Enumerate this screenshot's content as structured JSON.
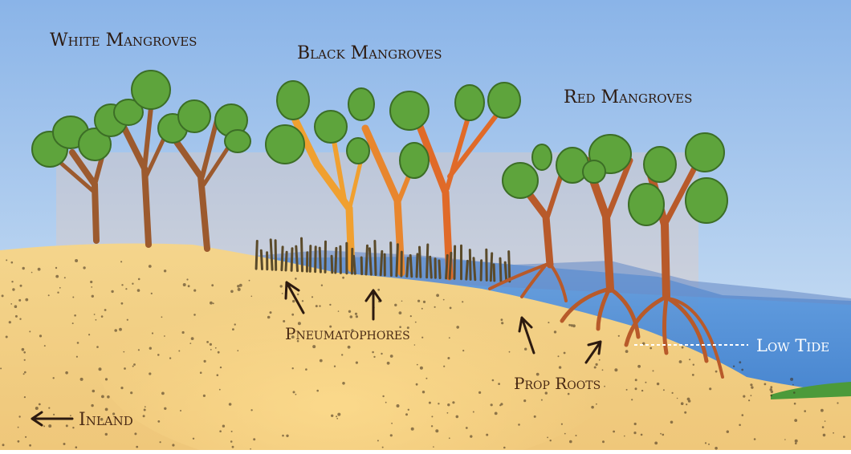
{
  "labels": {
    "white_mangroves": "White Mangroves",
    "black_mangroves": "Black Mangroves",
    "red_mangroves": "Red Mangroves",
    "pneumatophores": "Pneumatophores",
    "prop_roots": "Prop Roots",
    "low_tide": "Low Tide",
    "inland": "Inland"
  },
  "colors": {
    "sky_top": "#8ab4e8",
    "sky_bottom": "#d6e6f6",
    "sand": "#f2cf84",
    "sand_light": "#f6e2a8",
    "water": "#3f86d6",
    "leaf": "#5ea43c",
    "trunk_white": "#9c5a2e",
    "trunk_black": "#f0a030",
    "trunk_red": "#b85a2a",
    "text": "#2c1a10"
  },
  "icons": {
    "arrow": "arrow-icon",
    "inland_arrow": "left-arrow-icon"
  }
}
